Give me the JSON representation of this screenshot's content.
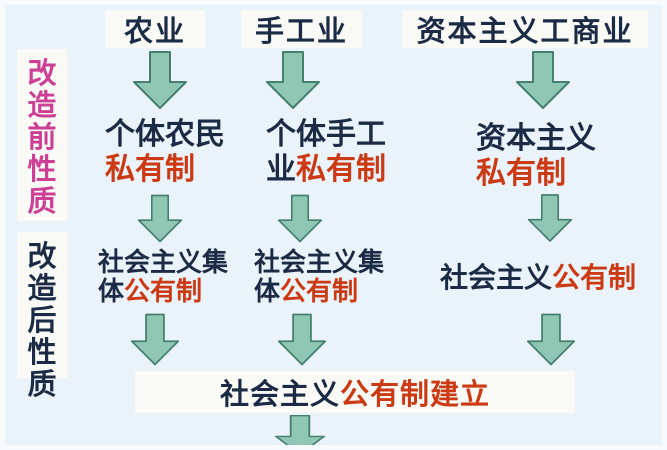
{
  "palette": {
    "background": "#eaf2fa",
    "panel": "#f9faf6",
    "navy": "#1c2b45",
    "magenta": "#cc3f94",
    "red": "#cc3a14",
    "arrow_fill": "#8fc6b4",
    "arrow_stroke": "#45806f"
  },
  "headers": [
    {
      "label": "农业"
    },
    {
      "label": "手工业"
    },
    {
      "label": "资本主义工商业"
    }
  ],
  "side_labels": {
    "before": "改造前性质",
    "after": "改造后性质"
  },
  "before_nodes": [
    {
      "l1_black": "个体农民",
      "l2_black": "",
      "l2_red": "私有制"
    },
    {
      "l1_black": "个体手工",
      "l2_black": "业",
      "l2_red": "私有制"
    },
    {
      "l1_black": "资本主义",
      "l2_black": "",
      "l2_red": "私有制"
    }
  ],
  "after_nodes": [
    {
      "l1_black": "社会主义集",
      "l2_black": "体",
      "l2_red": "公有制"
    },
    {
      "l1_black": "社会主义集",
      "l2_black": "体",
      "l2_red": "公有制"
    },
    {
      "l1_black": "社会主义",
      "l1_red": "公有制"
    }
  ],
  "final_node": {
    "black": "社会主义",
    "red": "公有制建立"
  }
}
